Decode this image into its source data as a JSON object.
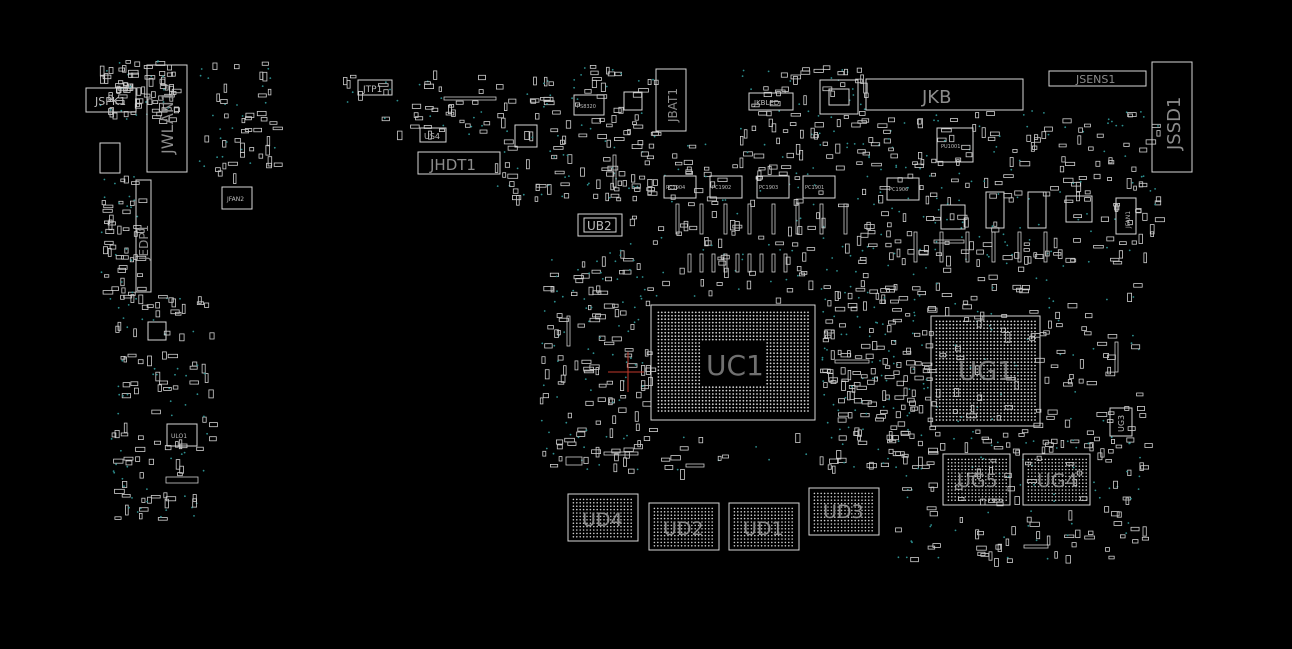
{
  "labels": {
    "JSPK1": "JSPK1",
    "JWLAN1": "JWLAN1",
    "JEDP1": "JEDP1",
    "JFAN2": "JFAN2",
    "ULO1": "ULO1",
    "JTP1": "JTP1",
    "US4": "US4",
    "JHDT1": "JHDT1",
    "PBB": "PS8320",
    "JBAT1": "JBAT1",
    "UB2": "UB2",
    "JKBLED": "JKBLED",
    "JKB": "JKB",
    "JSENS1": "JSENS1",
    "JSSD1": "JSSD1",
    "PU1": "PU1001",
    "JFAN1": "JFAN1",
    "UC1": "UC1",
    "UG1": "UG1",
    "UG3": "UG3",
    "UG5": "UG5",
    "UG4": "UG4",
    "UD4": "UD4",
    "UD2": "UD2",
    "UD1": "UD1",
    "UD3": "UD3",
    "PC1": "PC1904",
    "PC2": "PC1902",
    "PC3": "PC1903",
    "PC4": "PC1901",
    "PC5": "PC1906"
  }
}
